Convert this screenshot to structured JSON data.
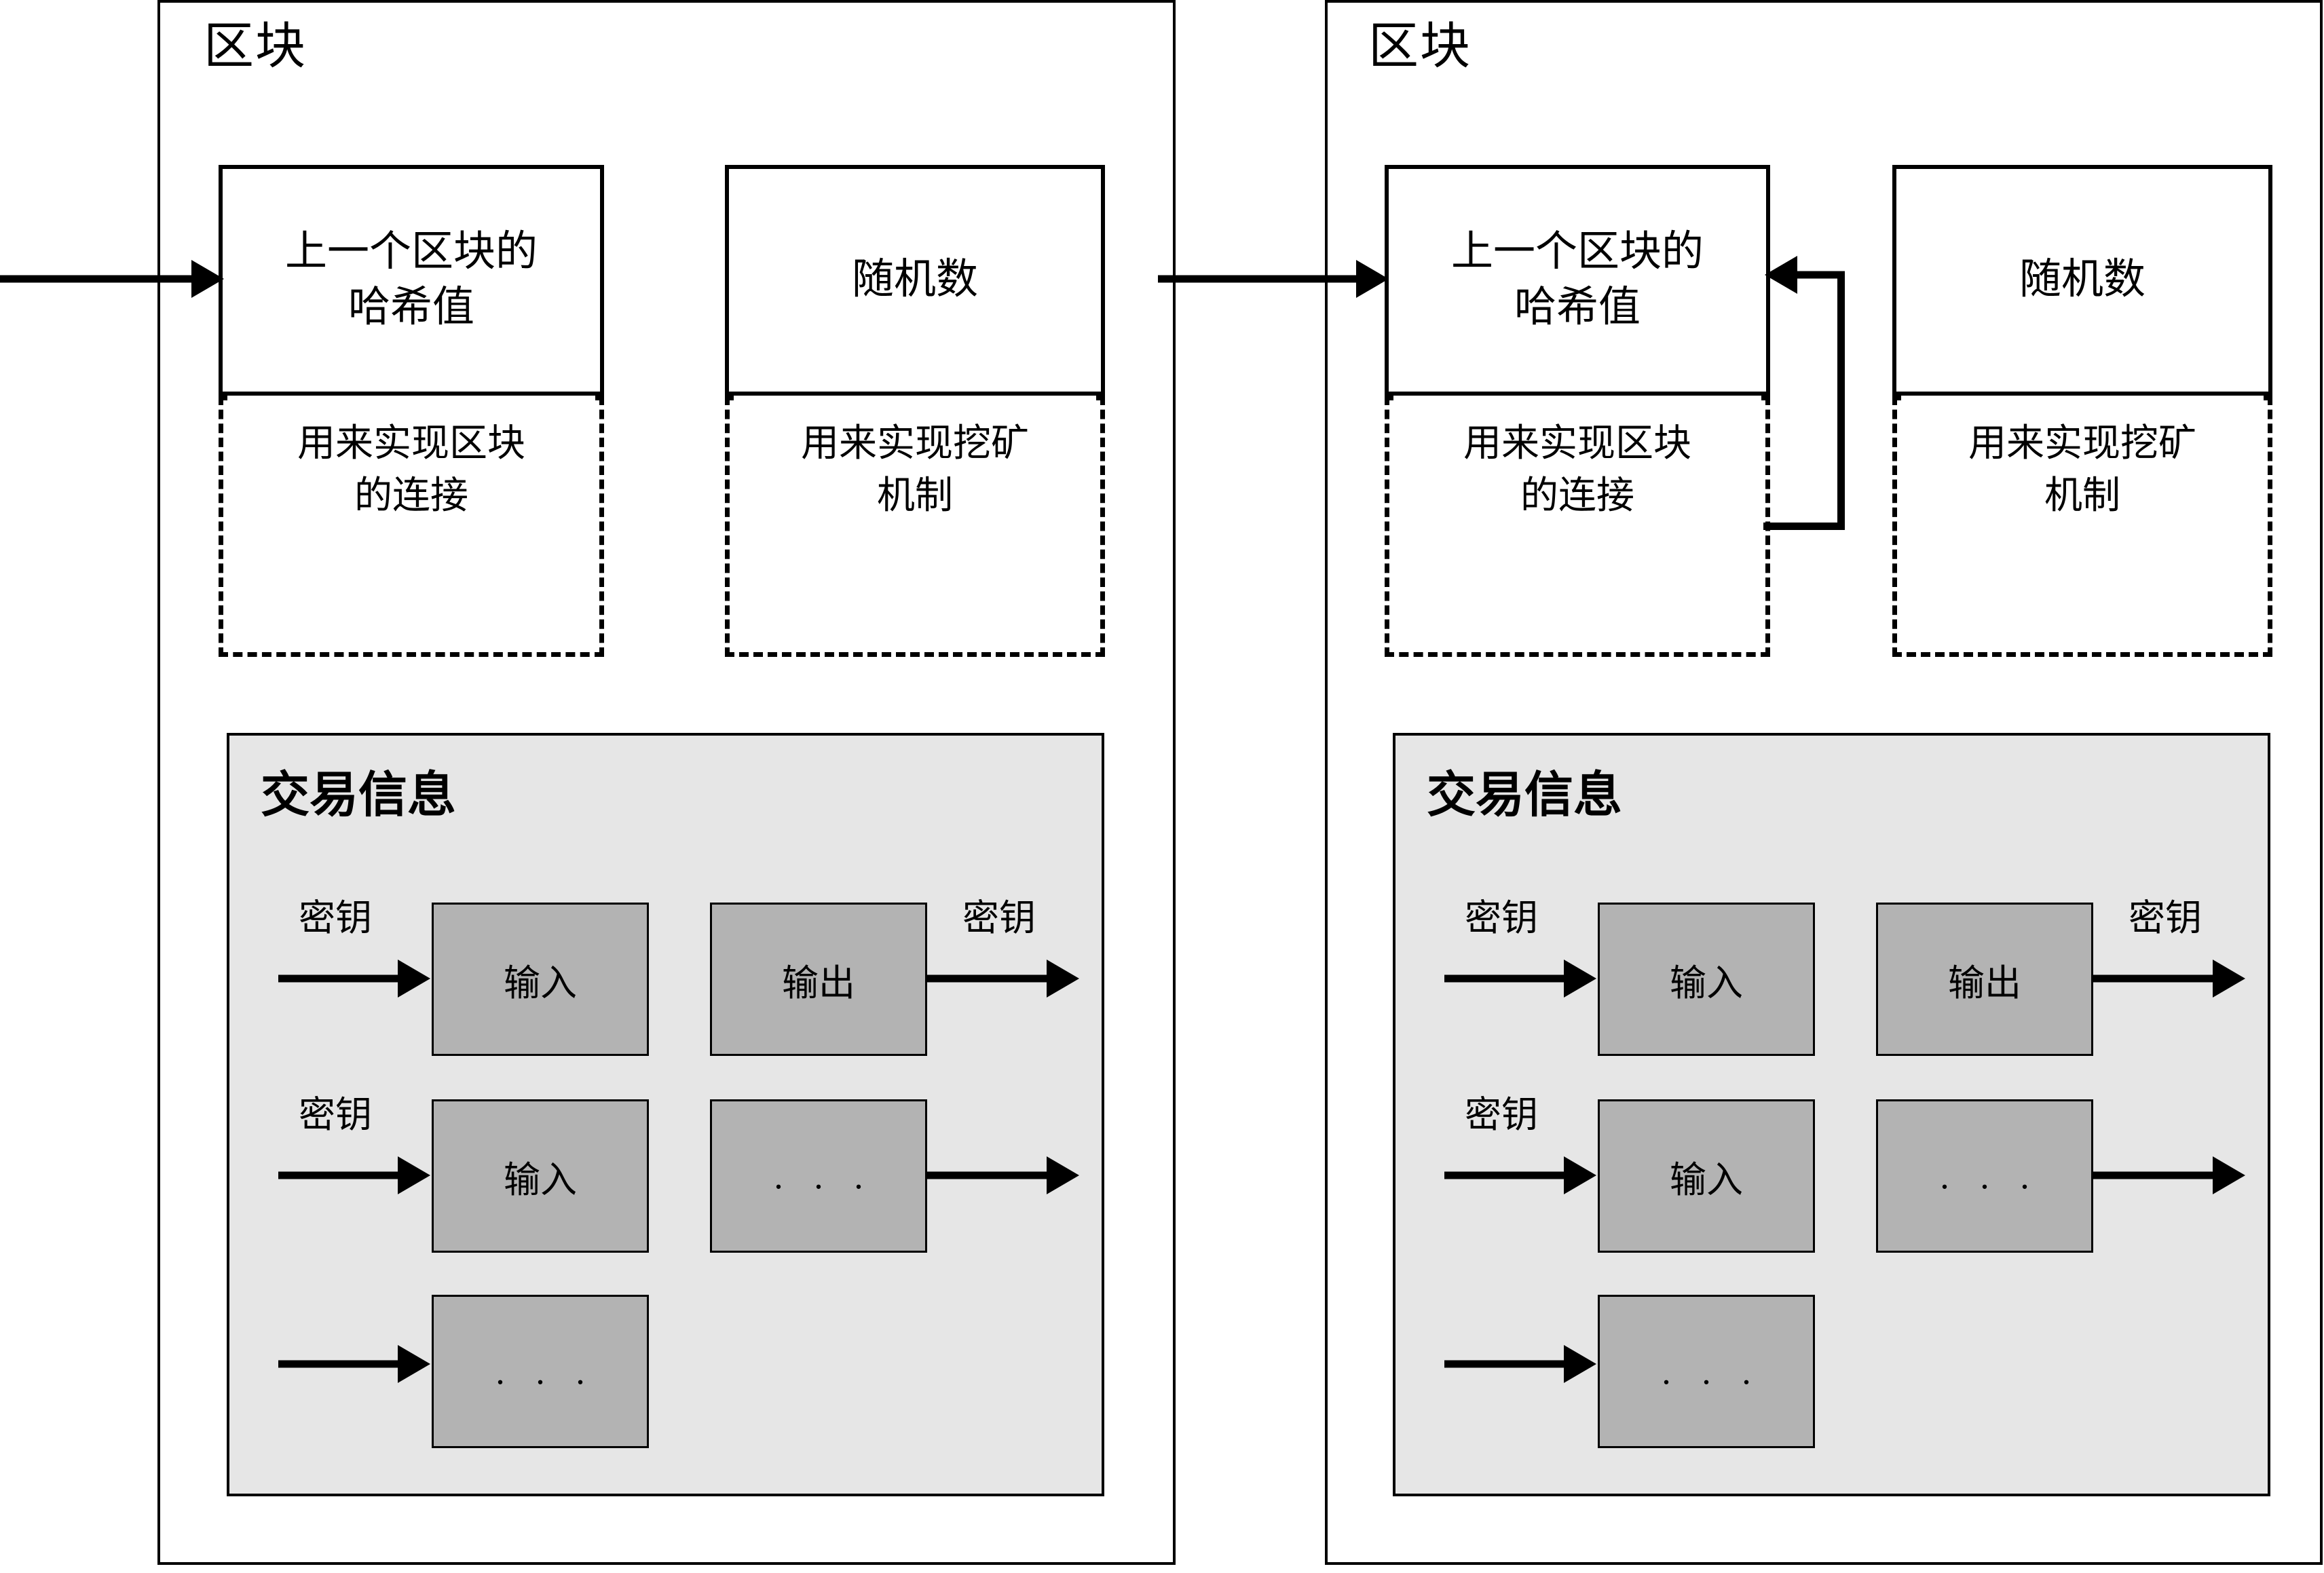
{
  "diagram": {
    "title_cn": "区块",
    "blocks": [
      {
        "id": "block-1",
        "title": "区块",
        "header_fields": [
          {
            "name": "prev-hash",
            "label": "上一个区块的\n哈希值",
            "label_line1": "上一个区块的",
            "label_line2": "哈希值",
            "note_line1": "用来实现区块",
            "note_line2": "的连接"
          },
          {
            "name": "nonce",
            "label": "随机数",
            "label_line1": "随机数",
            "label_line2": "",
            "note_line1": "用来实现挖矿",
            "note_line2": "机制"
          }
        ],
        "transactions": {
          "title": "交易信息",
          "rows": [
            {
              "in_key": "密钥",
              "in_box": "输入",
              "out_box": "输出",
              "out_key": "密钥",
              "has_out_arrow": true
            },
            {
              "in_key": "密钥",
              "in_box": "输入",
              "out_box": ". . .",
              "out_key": "",
              "has_out_arrow": true
            },
            {
              "in_key": "",
              "in_box": ". . .",
              "out_box": "",
              "out_key": "",
              "has_out_arrow": false
            }
          ]
        },
        "has_feedback_loop": false
      },
      {
        "id": "block-2",
        "title": "区块",
        "header_fields": [
          {
            "name": "prev-hash",
            "label": "上一个区块的\n哈希值",
            "label_line1": "上一个区块的",
            "label_line2": "哈希值",
            "note_line1": "用来实现区块",
            "note_line2": "的连接"
          },
          {
            "name": "nonce",
            "label": "随机数",
            "label_line1": "随机数",
            "label_line2": "",
            "note_line1": "用来实现挖矿",
            "note_line2": "机制"
          }
        ],
        "transactions": {
          "title": "交易信息",
          "rows": [
            {
              "in_key": "密钥",
              "in_box": "输入",
              "out_box": "输出",
              "out_key": "密钥",
              "has_out_arrow": true
            },
            {
              "in_key": "密钥",
              "in_box": "输入",
              "out_box": ". . .",
              "out_key": "",
              "has_out_arrow": true
            },
            {
              "in_key": "",
              "in_box": ". . .",
              "out_box": "",
              "out_key": "",
              "has_out_arrow": false
            }
          ]
        },
        "has_feedback_loop": true
      }
    ],
    "connectors": [
      {
        "name": "chain-arrow-into-block-1",
        "direction": "right"
      },
      {
        "name": "chain-arrow-into-block-2",
        "direction": "right"
      },
      {
        "name": "hash-feedback-loop-block-2",
        "direction": "left"
      }
    ],
    "colors": {
      "stroke": "#000000",
      "panel_bg": "#ffffff",
      "tx_panel_bg": "#e6e6e6",
      "tx_box_bg": "#b3b3b3"
    }
  }
}
